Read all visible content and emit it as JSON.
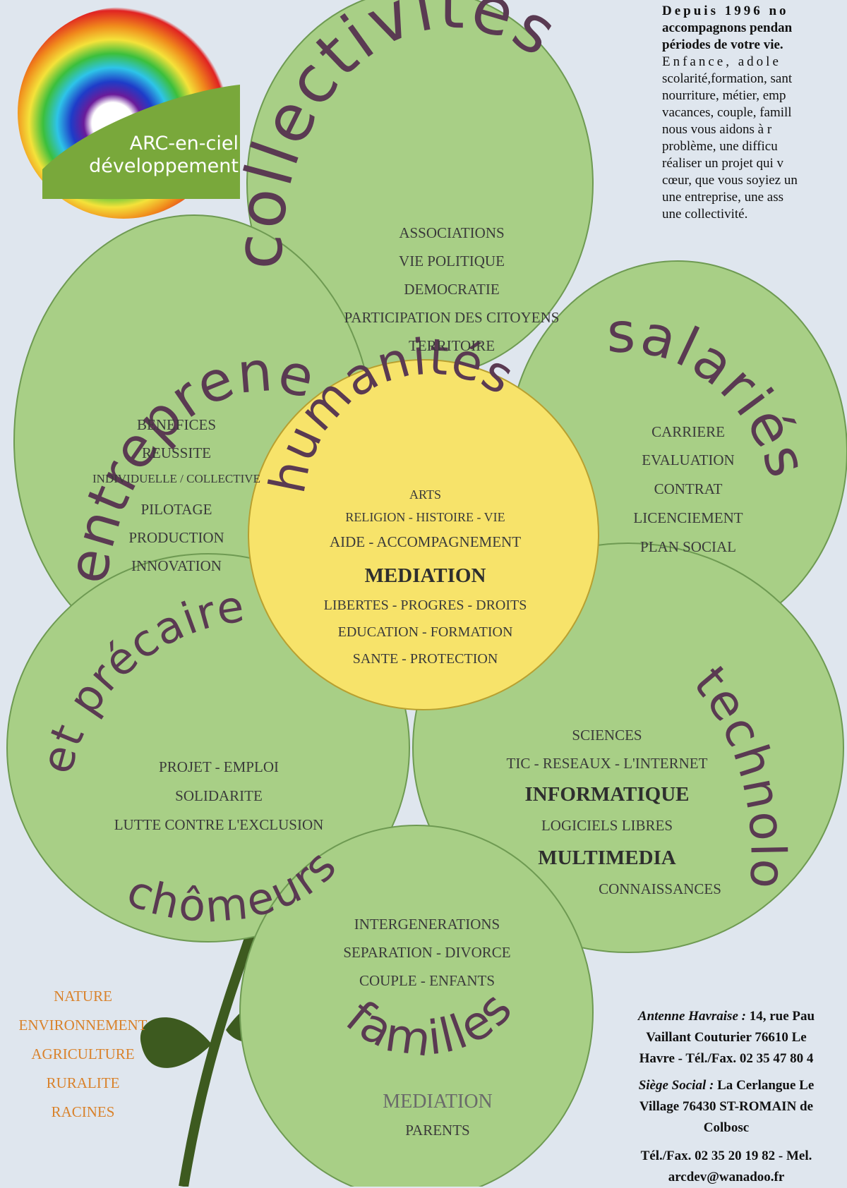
{
  "logo": {
    "line1": "ARC-en-ciel",
    "line2": "développement"
  },
  "intro": {
    "bold_line1": "Depuis 1996 no",
    "bold_line2": "accompagnons pendan",
    "bold_line3": "périodes de votre vie.",
    "line4": "Enfance, adole",
    "line5": "scolarité,formation, sant",
    "line6": "nourriture, métier, emp",
    "line7": "vacances, couple, famill",
    "line8": "nous vous aidons à r",
    "line9": "problème, une difficu",
    "line10": "réaliser un projet qui v",
    "line11": "cœur, que vous soyiez un",
    "line12": "une entreprise, une ass",
    "line13": "une collectivité."
  },
  "petals": {
    "collectivites": {
      "title": "collectivités",
      "items": [
        "ASSOCIATIONS",
        "VIE POLITIQUE",
        "DEMOCRATIE",
        "PARTICIPATION DES CITOYENS",
        "TERRITOIRE"
      ]
    },
    "entrepreneurs": {
      "title": "entrepreneurs",
      "items": [
        "BENEFICES",
        "REUSSITE",
        "INDIVIDUELLE / COLLECTIVE",
        "PILOTAGE",
        "PRODUCTION",
        "INNOVATION"
      ]
    },
    "salaries": {
      "title": "salariés",
      "items": [
        "CARRIERE",
        "EVALUATION",
        "CONTRAT",
        "LICENCIEMENT",
        "PLAN SOCIAL"
      ]
    },
    "precaires": {
      "title_top": "et précaires",
      "title_bottom": "chômeurs",
      "items": [
        "PROJET - EMPLOI",
        "SOLIDARITE",
        "LUTTE CONTRE L'EXCLUSION"
      ]
    },
    "technologies": {
      "title": "technologies",
      "items": [
        "SCIENCES",
        "TIC - RESEAUX - L'INTERNET",
        "INFORMATIQUE",
        "LOGICIELS LIBRES",
        "MULTIMEDIA",
        "CONNAISSANCES"
      ]
    },
    "familles": {
      "title": "familles",
      "items_top": [
        "INTERGENERATIONS",
        "SEPARATION - DIVORCE",
        "COUPLE - ENFANTS"
      ],
      "items_bottom": [
        "MEDIATION",
        "PARENTS"
      ]
    }
  },
  "center": {
    "title": "humanités",
    "items": [
      "ARTS",
      "RELIGION - HISTOIRE - VIE",
      "AIDE - ACCOMPAGNEMENT",
      "MEDIATION",
      "LIBERTES - PROGRES - DROITS",
      "EDUCATION - FORMATION",
      "SANTE - PROTECTION"
    ]
  },
  "stem_words": [
    "NATURE",
    "ENVIRONNEMENT",
    "AGRICULTURE",
    "RURALITE",
    "RACINES"
  ],
  "contact": {
    "antenne_label": "Antenne Havraise :",
    "antenne_1": "14, rue Pau",
    "antenne_2": "Vaillant Couturier 76610 Le",
    "antenne_3": "Havre - Tél./Fax. 02 35 47 80 4",
    "siege_label": "Siège Social :",
    "siege_1": "La Cerlangue Le",
    "siege_2": "Village 76430 ST-ROMAIN de",
    "siege_3": "Colbosc",
    "tel_1": "Tél./Fax. 02 35 20 19 82 - Mel.",
    "tel_2": "arcdev@wanadoo.fr"
  },
  "colors": {
    "petal": "#a8cf86",
    "petal_stroke": "#6e9a52",
    "center": "#f7e36a",
    "title_text": "#5a3a52",
    "orange": "#d9822b",
    "leaf": "#3d5a1f"
  }
}
